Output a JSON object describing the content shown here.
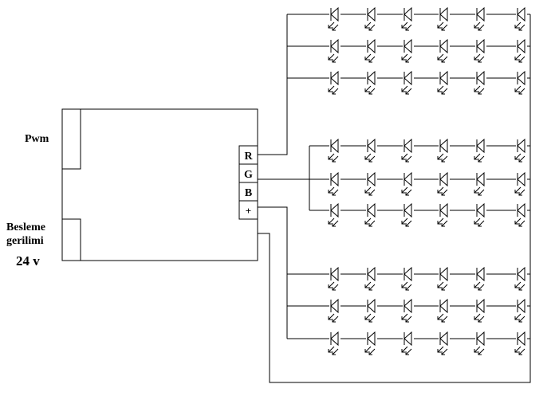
{
  "labels": {
    "pwm": "Pwm",
    "supply_line1": "Besleme",
    "supply_line2": "gerilimi",
    "supply_voltage": "24 v"
  },
  "terminals": [
    {
      "id": "R",
      "label": "R"
    },
    {
      "id": "G",
      "label": "G"
    },
    {
      "id": "B",
      "label": "B"
    },
    {
      "id": "plus",
      "label": "+"
    }
  ],
  "led_groups": [
    {
      "channel": "R",
      "rows": 3,
      "leds_per_row": 6
    },
    {
      "channel": "G",
      "rows": 3,
      "leds_per_row": 6
    },
    {
      "channel": "B",
      "rows": 3,
      "leds_per_row": 6
    }
  ]
}
